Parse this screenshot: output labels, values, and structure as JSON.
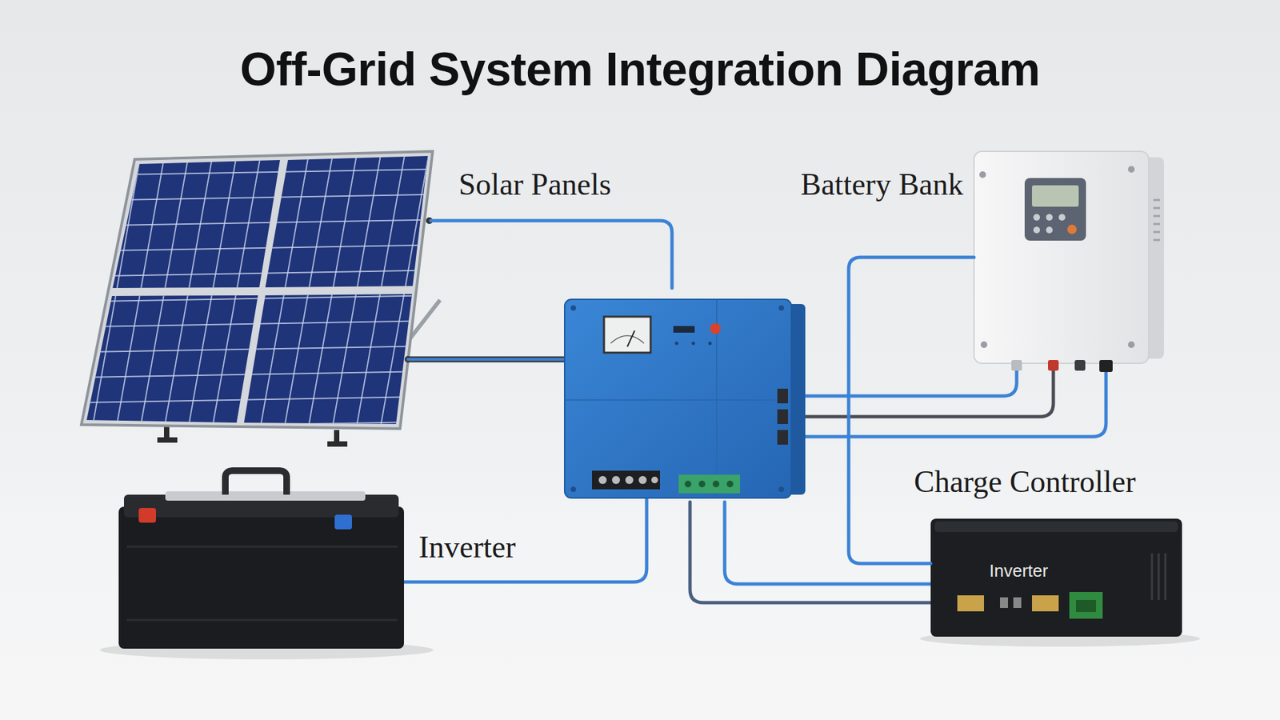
{
  "diagram": {
    "title": "Off-Grid System Integration Diagram",
    "nodes": [
      {
        "text": [
          "Solar Panels"
        ]
      },
      {
        "text": [
          "Battery Bank"
        ]
      },
      {
        "text": [
          "Charge Controller",
          "Inverter"
        ]
      },
      {
        "text": [
          "Inverter"
        ]
      }
    ],
    "edges": [
      {
        "from": 1,
        "to": 2,
        "arrow": "none"
      }
    ]
  }
}
